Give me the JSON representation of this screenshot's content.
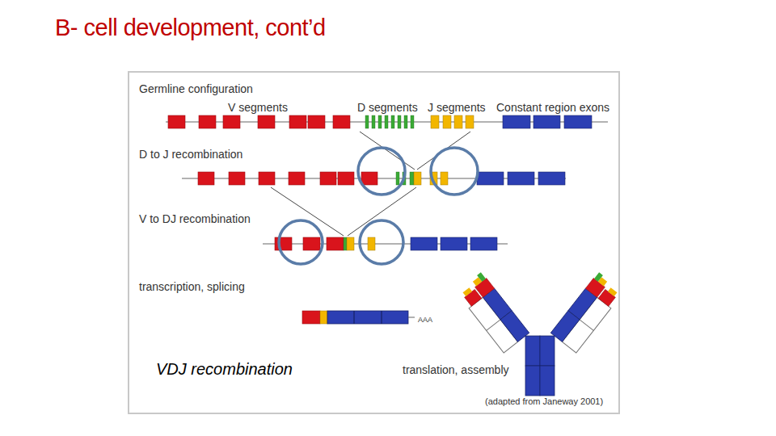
{
  "diagram": {
    "title": "B- cell development, cont’d",
    "nodes": [
      {
        "text": [
          "Germline configuration",
          "V segments",
          "D segments",
          "J segments",
          "Constant region exons",
          "D to J recombination",
          "V to DJ recombination",
          "transcription, splicing",
          "AAA",
          "VDJ recombination",
          "translation, assembly",
          "(adapted from Janeway 2001)"
        ]
      }
    ]
  }
}
